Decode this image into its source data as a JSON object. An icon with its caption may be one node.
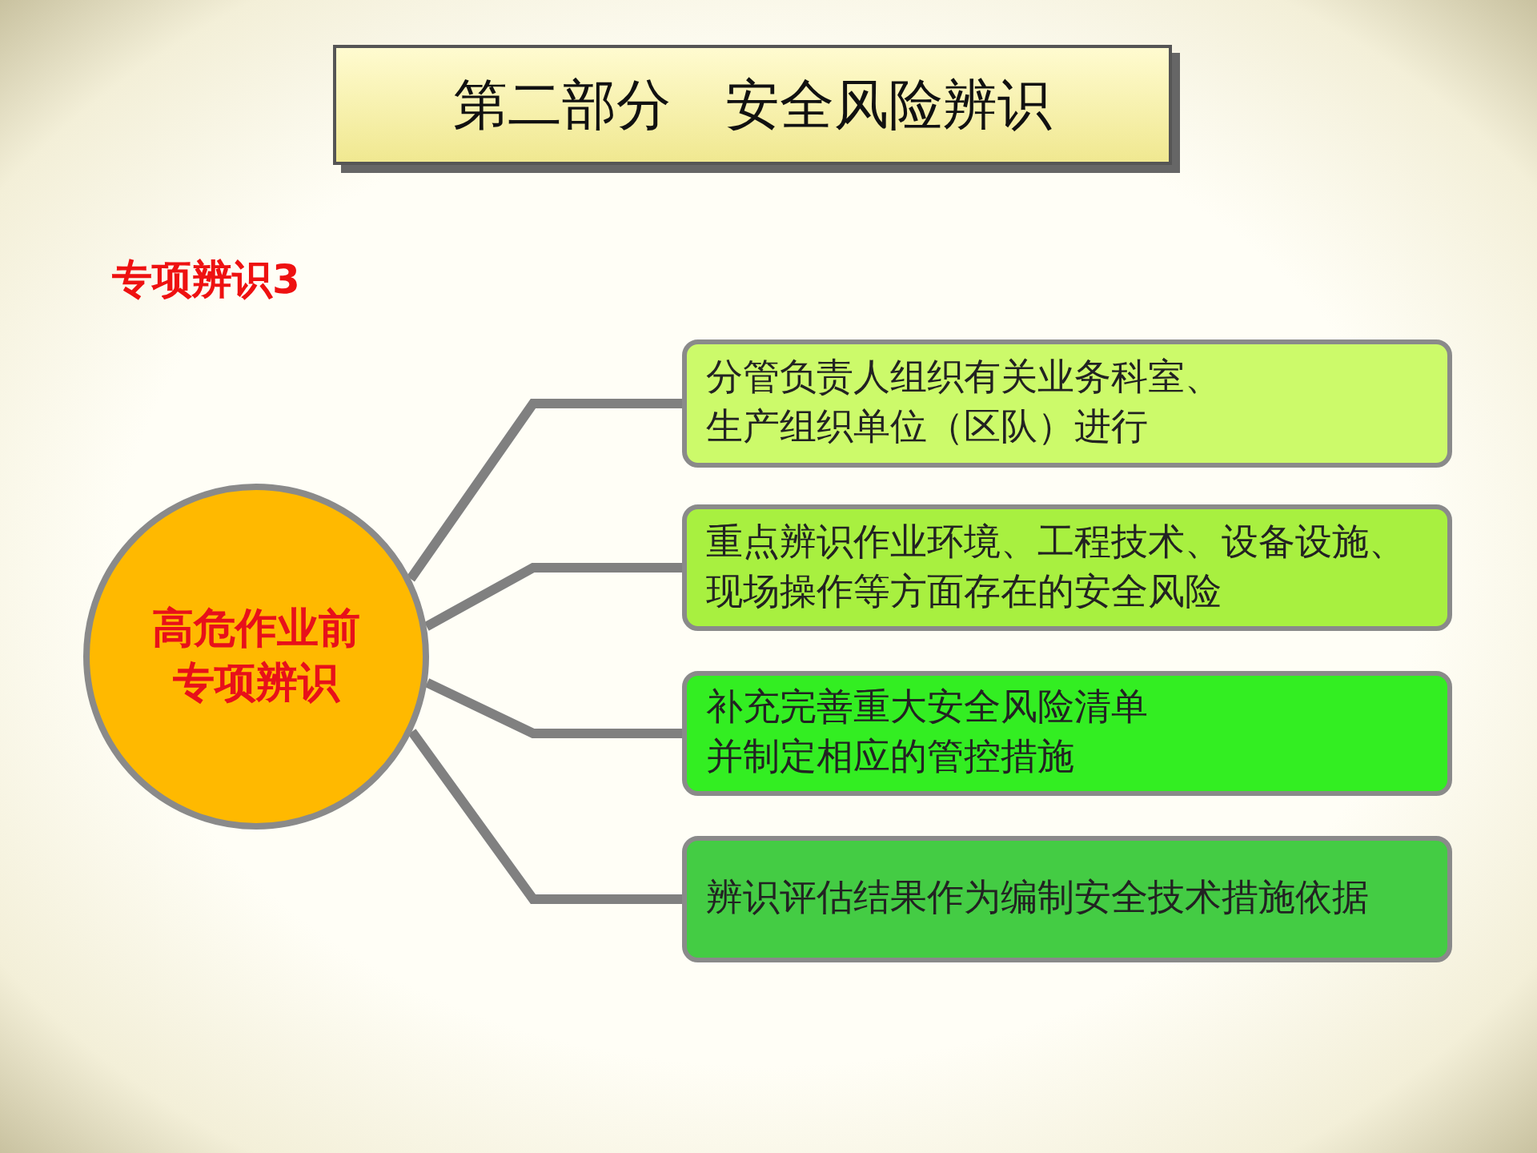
{
  "diagram": {
    "title": "第二部分　安全风险辨识",
    "nodes": [
      {
        "text": [
          "高危作业前专项辨识"
        ]
      },
      {
        "text": [
          "分管负责人组织有关业务科室、生产组织单位（区队）进行"
        ]
      },
      {
        "text": [
          "重点辨识作业环境、工程技术、设备设施、现场操作等方面存在的安全风险"
        ]
      },
      {
        "text": [
          "补充完善重大安全风险清单并制定相应的管控措施"
        ]
      },
      {
        "text": [
          "辨识评估结果作为编制安全技术措施依据"
        ]
      }
    ],
    "edges": [
      {
        "from": 0,
        "to": 1,
        "arrow": "none"
      },
      {
        "from": 0,
        "to": 2,
        "arrow": "none"
      },
      {
        "from": 0,
        "to": 3,
        "arrow": "none"
      },
      {
        "from": 0,
        "to": 4,
        "arrow": "none"
      }
    ],
    "labels": [
      "专项辨识3"
    ]
  }
}
